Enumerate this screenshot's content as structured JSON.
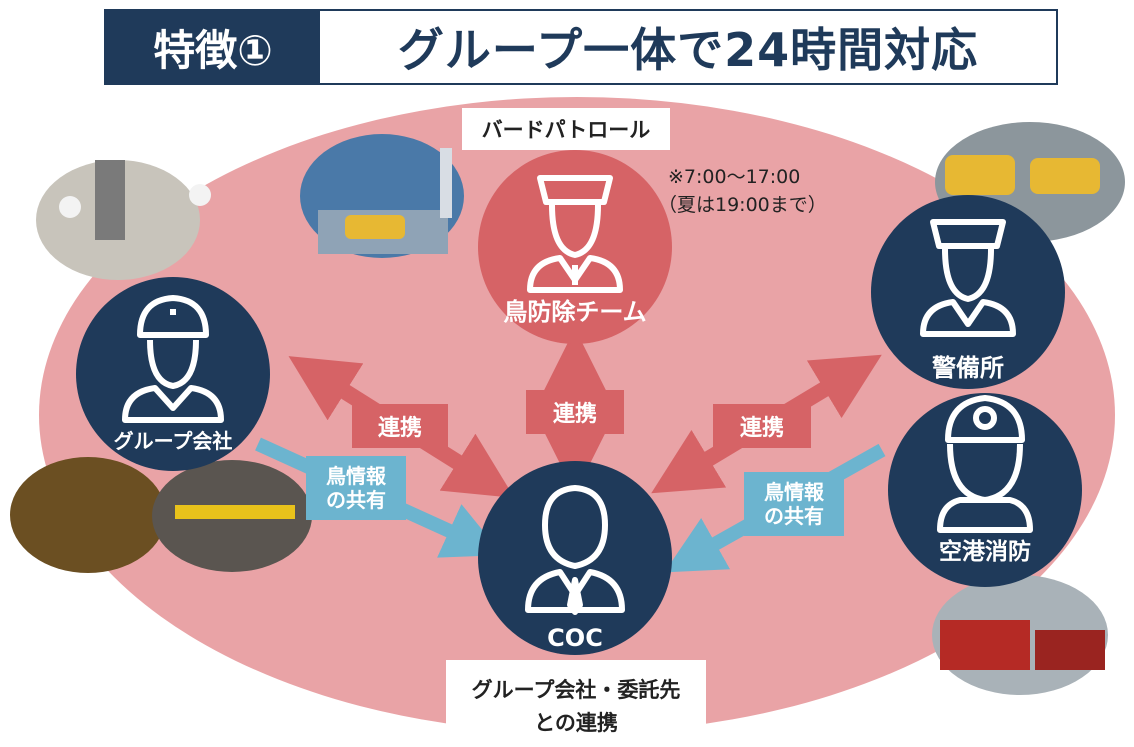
{
  "header": {
    "tag": "特徴①",
    "title": "グループ一体で24時間対応"
  },
  "nodes": {
    "bird_team": {
      "label": "鳥防除チーム",
      "top_caption": "バードパトロール",
      "hours_line1": "※7:00〜17:00",
      "hours_line2": "（夏は19:00まで）"
    },
    "group_company": {
      "label": "グループ会社"
    },
    "guard_station": {
      "label": "警備所"
    },
    "fire_service": {
      "label": "空港消防"
    },
    "coc": {
      "label": "COC",
      "caption_line1": "グループ会社・委託先",
      "caption_line2": "との連携"
    }
  },
  "links": {
    "cooperation": "連携",
    "bird_info_line1": "鳥情報",
    "bird_info_line2": "の共有"
  },
  "colors": {
    "navy": "#1f3a5a",
    "ellipse": "#e9a3a6",
    "red": "#d66366",
    "blue": "#6cb4cf"
  },
  "icons": {
    "bird_team": "security-guard-icon",
    "group_company": "construction-worker-icon",
    "guard_station": "security-guard-icon",
    "fire_service": "firefighter-icon",
    "coc": "office-worker-icon"
  }
}
